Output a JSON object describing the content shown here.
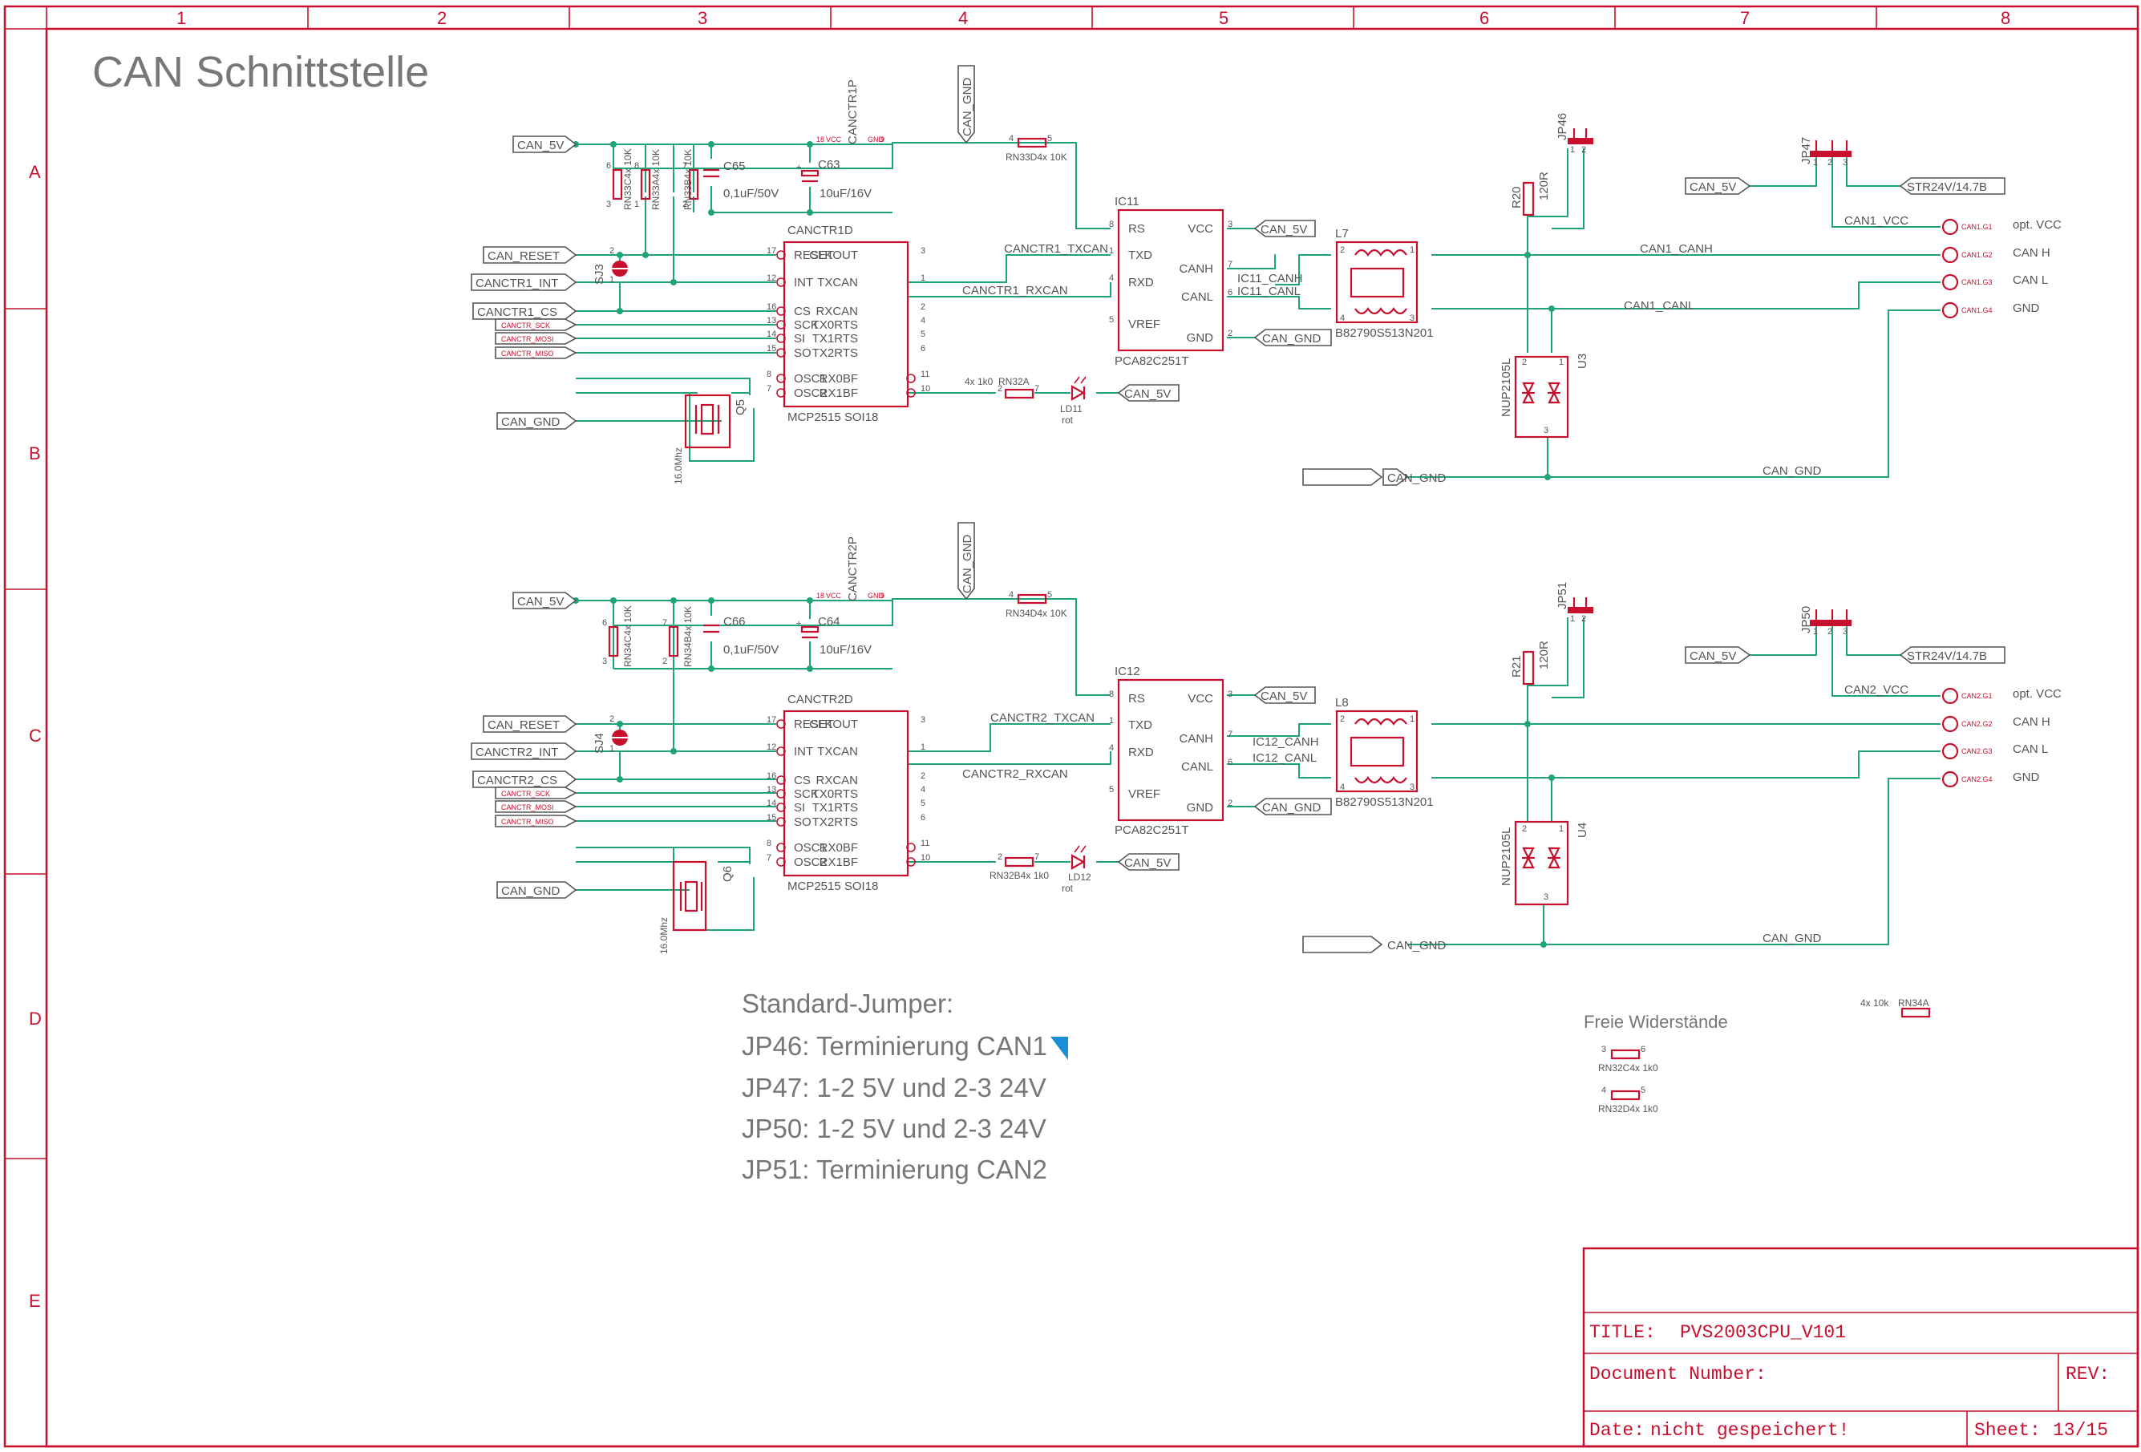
{
  "sheet": {
    "title": "CAN Schnittstelle",
    "columns": [
      "1",
      "2",
      "3",
      "4",
      "5",
      "6",
      "7",
      "8"
    ],
    "rows": [
      "A",
      "B",
      "C",
      "D",
      "E"
    ]
  },
  "nets": {
    "can_5v": "CAN_5V",
    "can_gnd": "CAN_GND",
    "can_reset": "CAN_RESET",
    "canctr1_int": "CANCTR1_INT",
    "canctr1_cs": "CANCTR1_CS",
    "canctr2_int": "CANCTR2_INT",
    "canctr2_cs": "CANCTR2_CS",
    "sck": "CANCTR_SCK",
    "mosi": "CANCTR_MOSI",
    "miso": "CANCTR_MISO",
    "str24v": "STR24V/14.7B",
    "ch1_txcan": "CANCTR1_TXCAN",
    "ch1_rxcan": "CANCTR1_RXCAN",
    "ch2_txcan": "CANCTR2_TXCAN",
    "ch2_rxcan": "CANCTR2_RXCAN",
    "ic11_canh": "IC11_CANH",
    "ic11_canl": "IC11_CANL",
    "ic12_canh": "IC12_CANH",
    "ic12_canl": "IC12_CANL",
    "can1_canh": "CAN1_CANH",
    "can1_canl": "CAN1_CANL",
    "can1_vcc": "CAN1_VCC",
    "can2_vcc": "CAN2_VCC"
  },
  "parts": {
    "rn33c": "RN33C4x 10K",
    "rn33a": "RN33A4x 10K",
    "rn33b": "RN33B4x 10K",
    "rn33d": "RN33D4x 10K",
    "rn34c": "RN34C4x 10K",
    "rn34b": "RN34B4x 10K",
    "rn34d": "RN34D4x 10K",
    "c65": "C65",
    "c65v": "0,1uF/50V",
    "c63": "C63",
    "c63v": "10uF/16V",
    "c66": "C66",
    "c66v": "0,1uF/50V",
    "c64": "C64",
    "c64v": "10uF/16V",
    "canctr1p": "CANCTR1P",
    "canctr2p": "CANCTR2P",
    "canctr1d": "CANCTR1D",
    "canctr2d": "CANCTR2D",
    "mcp": "MCP2515 SOI18",
    "ic11": "IC11",
    "ic12": "IC12",
    "pca": "PCA82C251T",
    "l7": "L7",
    "l8": "L8",
    "choke": "B82790S513N201",
    "r20": "R20",
    "r21": "R21",
    "r120": "120R",
    "u3": "U3",
    "u4": "U4",
    "nup": "NUP2105L",
    "jp46": "JP46",
    "jp47": "JP47",
    "jp50": "JP50",
    "jp51": "JP51",
    "q5": "Q5",
    "q6": "Q6",
    "xtal": "16.0Mhz",
    "sj3": "SJ3",
    "sj4": "SJ4",
    "ld11": "LD11",
    "ld12": "LD12",
    "rot": "rot",
    "rn32a": "RN32A",
    "rn32a_val": "4x 1k0",
    "rn32b": "RN32B4x 1k0",
    "rn32c": "RN32C4x 1k0",
    "rn32d": "RN32D4x 1k0",
    "rn34a": "RN34A",
    "rn34a_val": "4x 10k",
    "gnd": "GND",
    "vcc": "VCC"
  },
  "mcp_pins_left": [
    "RESET",
    "INT",
    "CS",
    "SCK",
    "SI",
    "SO",
    "OSC1",
    "OSC2"
  ],
  "mcp_pins_right": [
    "CLKOUT",
    "TXCAN",
    "RXCAN",
    "TX0RTS",
    "TX1RTS",
    "TX2RTS",
    "RX0BF",
    "RX1BF"
  ],
  "pca_pins_left": [
    "RS",
    "TXD",
    "RXD",
    "VREF"
  ],
  "pca_pins_right": [
    "VCC",
    "CANH",
    "CANL",
    "GND"
  ],
  "connector1": {
    "pins": [
      "CAN1.G1",
      "CAN1.G2",
      "CAN1.G3",
      "CAN1.G4"
    ],
    "labels": [
      "opt. VCC",
      "CAN H",
      "CAN L",
      "GND"
    ]
  },
  "connector2": {
    "pins": [
      "CAN2.G1",
      "CAN2.G2",
      "CAN2.G3",
      "CAN2.G4"
    ],
    "labels": [
      "opt. VCC",
      "CAN H",
      "CAN L",
      "GND"
    ]
  },
  "notes": {
    "heading": "Standard-Jumper:",
    "lines": [
      "JP46: Terminierung CAN1",
      "JP47: 1-2 5V und 2-3 24V",
      "JP50: 1-2 5V und 2-3 24V",
      "JP51: Terminierung CAN2"
    ],
    "free_resistors": "Freie Widerstände"
  },
  "title_block": {
    "title_label": "TITLE:",
    "title_value": "PVS2003CPU_V101",
    "doc_label": "Document Number:",
    "rev_label": "REV:",
    "date_label": "Date:",
    "date_value": "nicht gespeichert!",
    "sheet_label": "Sheet:",
    "sheet_value": "13/15"
  }
}
